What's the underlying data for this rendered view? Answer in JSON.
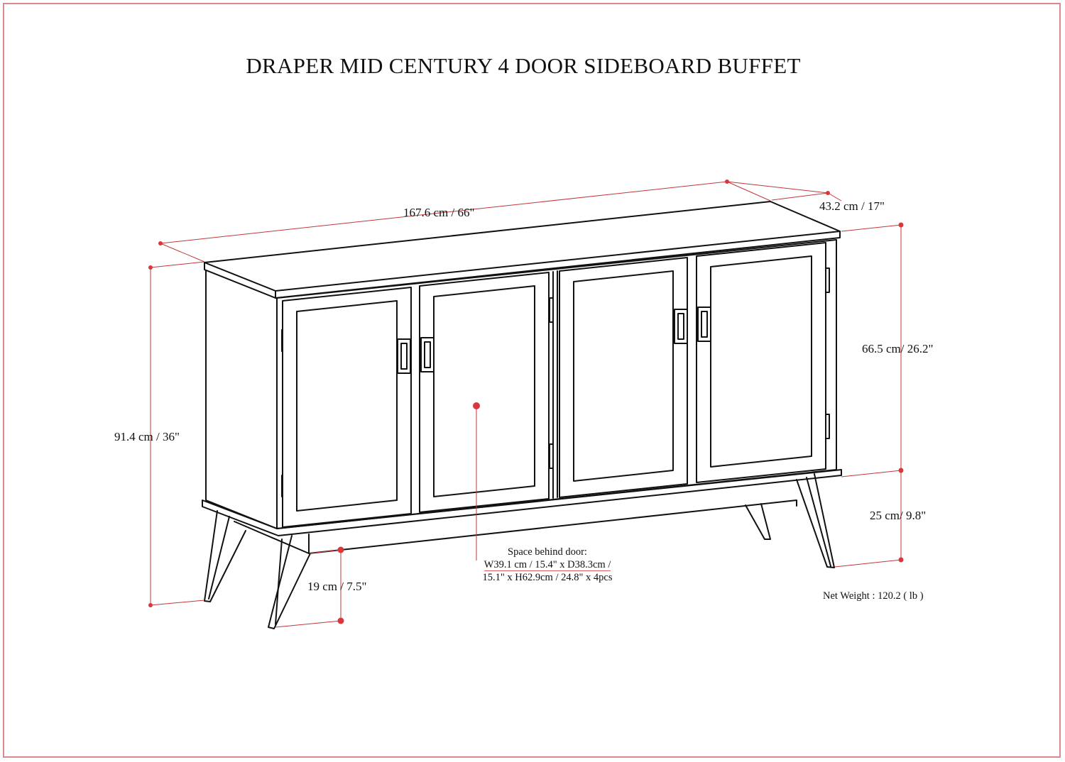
{
  "title": "DRAPER MID CENTURY 4 DOOR SIDEBOARD BUFFET",
  "dimensions": {
    "width": "167.6 cm / 66\"",
    "depth": "43.2 cm / 17\"",
    "total_height": "91.4 cm / 36\"",
    "cabinet_height": "66.5 cm/ 26.2\"",
    "leg_height": "25 cm/ 9.8\"",
    "leg_clearance": "19 cm / 7.5\""
  },
  "space_behind_door": {
    "heading": "Space behind door:",
    "line1": "W39.1 cm / 15.4\" x D38.3cm /",
    "line2": "15.1\" x H62.9cm / 24.8\" x 4pcs"
  },
  "net_weight": "Net Weight : 120.2 ( lb )",
  "colors": {
    "frame": "#d98a8f",
    "dimension_line": "#c0393b",
    "drawing": "#111111"
  }
}
